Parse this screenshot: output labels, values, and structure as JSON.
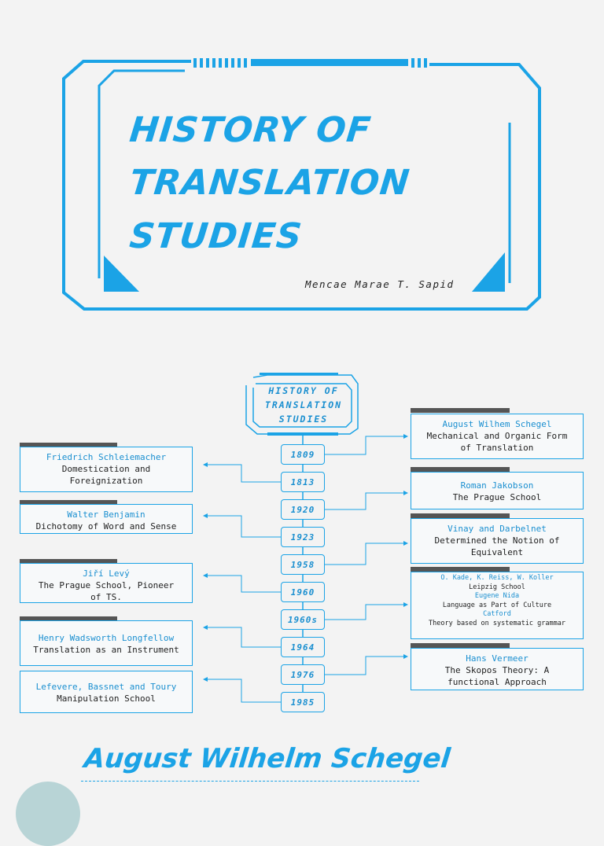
{
  "header": {
    "title_lines": [
      "HISTORY OF",
      "TRANSLATION",
      "STUDIES"
    ],
    "author": "Mencae Marae T. Sapid"
  },
  "timeline": {
    "title_lines": [
      "HISTORY OF",
      "TRANSLATION",
      "STUDIES"
    ],
    "years": [
      "1809",
      "1813",
      "1920",
      "1923",
      "1958",
      "1960",
      "1960s",
      "1964",
      "1976",
      "1985"
    ]
  },
  "left_cards": [
    {
      "name": "Friedrich Schleiemacher",
      "desc": [
        "Domestication and",
        "Foreignization"
      ]
    },
    {
      "name": "Walter Benjamin",
      "desc": [
        "Dichotomy of Word and Sense"
      ]
    },
    {
      "name": "Jiří Levý",
      "desc": [
        "The Prague School, Pioneer",
        "of TS."
      ]
    },
    {
      "name": "Henry Wadsworth Longfellow",
      "desc": [
        "Translation as an Instrument"
      ]
    },
    {
      "name": "Lefevere, Bassnet and Toury",
      "desc": [
        "Manipulation School"
      ]
    }
  ],
  "right_cards": [
    {
      "name": "August Wilhem Schegel",
      "desc": [
        "Mechanical and Organic Form",
        "of Translation"
      ]
    },
    {
      "name": "Roman Jakobson",
      "desc": [
        "The Prague School"
      ]
    },
    {
      "name": "Vinay and Darbelnet",
      "desc": [
        "Determined the Notion of",
        "Equivalent"
      ]
    },
    {
      "name": "Hans Vermeer",
      "desc": [
        "The Skopos Theory: A",
        "functional Approach"
      ]
    }
  ],
  "multi_card": {
    "lines": [
      {
        "text": "O. Kade, K. Reiss, W. Koller",
        "accent": true
      },
      {
        "text": "Leipzig School",
        "accent": false
      },
      {
        "text": "Eugene Nida",
        "accent": true
      },
      {
        "text": "Language as Part of Culture",
        "accent": false
      },
      {
        "text": "Catford",
        "accent": true
      },
      {
        "text": "Theory based on systematic grammar",
        "accent": false
      }
    ]
  },
  "section_heading": "August Wilhelm Schegel",
  "colors": {
    "accent": "#1ba3e6",
    "text": "#222222",
    "tab": "#555555",
    "background": "#f3f3f3"
  }
}
